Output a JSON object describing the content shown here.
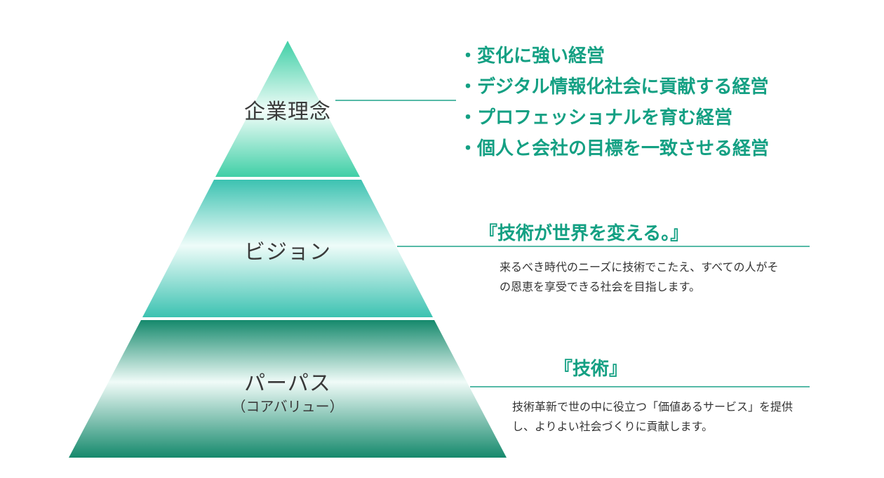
{
  "colors": {
    "accent_text": "#14a083",
    "connector_line": "#1fa48a",
    "tier_top_dark": "#3fcfa6",
    "tier_top_light": "#f2fdf9",
    "tier_mid_dark": "#3cc2b1",
    "tier_mid_light": "#eefcf9",
    "tier_bottom_dark": "#15896c",
    "tier_bottom_light": "#f0fbf8"
  },
  "pyramid": {
    "philosophy": {
      "label": "企業理念"
    },
    "vision": {
      "label": "ビジョン"
    },
    "purpose": {
      "label": "パーパス",
      "sublabel": "（コアバリュー）"
    }
  },
  "philosophy_items": [
    "変化に強い経営",
    "デジタル情報化社会に貢献する経営",
    "プロフェッショナルを育む経営",
    "個人と会社の目標を一致させる経営"
  ],
  "vision": {
    "heading": "『技術が世界を変える。』",
    "description_line1": "来るべき時代のニーズに技術でこたえ、すべての人がそ",
    "description_line2": "の恩恵を享受できる社会を目指します。"
  },
  "purpose": {
    "heading": "『技術』",
    "description_line1": "技術革新で世の中に役立つ「価値あるサービス」を提供",
    "description_line2": "し、よりよい社会づくりに貢献します。"
  }
}
